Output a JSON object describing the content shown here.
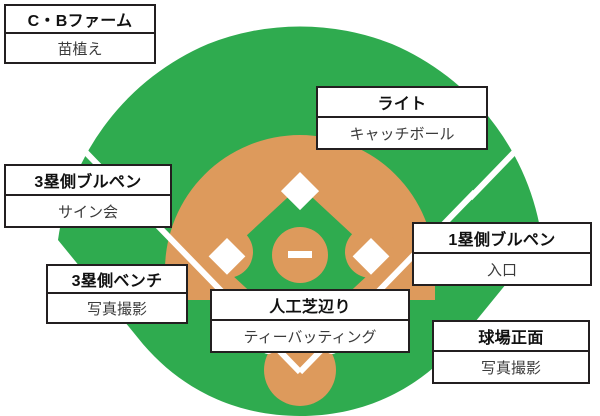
{
  "diagram": {
    "type": "baseball-field-map",
    "title_semantic": "stadium-event-area-map",
    "colors": {
      "grass": "#2fab4f",
      "infield_dirt": "#dd9a5c",
      "foul_line": "#ffffff",
      "base": "#ffffff",
      "box_border": "#231f20",
      "box_fill": "#ffffff",
      "title_text": "#111111",
      "sub_text": "#3b3b3b",
      "page_background": "#ffffff"
    },
    "field_elements": [
      {
        "name": "outfield-grass",
        "label": ""
      },
      {
        "name": "infield-dirt-arc",
        "label": ""
      },
      {
        "name": "infield-grass-diamond",
        "label": ""
      },
      {
        "name": "first-base",
        "label": ""
      },
      {
        "name": "second-base",
        "label": ""
      },
      {
        "name": "third-base",
        "label": ""
      },
      {
        "name": "home-plate-dirt-circle",
        "label": ""
      },
      {
        "name": "pitchers-mound",
        "label": ""
      },
      {
        "name": "pitchers-rubber",
        "label": ""
      },
      {
        "name": "left-foul-line",
        "label": ""
      },
      {
        "name": "right-foul-line",
        "label": ""
      }
    ]
  },
  "callouts": [
    {
      "id": "cb-farm",
      "title": "C・Bファーム",
      "subtitle": "苗植え"
    },
    {
      "id": "right-field",
      "title": "ライト",
      "subtitle": "キャッチボール"
    },
    {
      "id": "bullpen3",
      "title": "3塁側ブルペン",
      "subtitle": "サイン会"
    },
    {
      "id": "bullpen1",
      "title": "1塁側ブルペン",
      "subtitle": "入口"
    },
    {
      "id": "bench3",
      "title": "3塁側ベンチ",
      "subtitle": "写真撮影"
    },
    {
      "id": "turf",
      "title": "人工芝辺り",
      "subtitle": "ティーバッティング"
    },
    {
      "id": "front",
      "title": "球場正面",
      "subtitle": "写真撮影"
    }
  ]
}
